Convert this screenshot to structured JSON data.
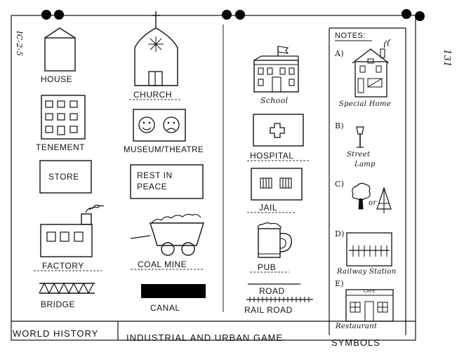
{
  "corner": {
    "top_left_code": "IC-2-5",
    "page_number": "131"
  },
  "symbols": {
    "house": "HOUSE",
    "church": "CHURCH",
    "school": "School",
    "tenement": "TENEMENT",
    "museum_theatre": "MUSEUM/THEATRE",
    "hospital": "HOSPITAL",
    "store": "STORE",
    "rest_in_peace": [
      "REST IN",
      "PEACE"
    ],
    "jail": "JAIL",
    "factory": "FACTORY",
    "coal_mine": "COAL MINE",
    "pub": "PUB",
    "bridge": "BRIDGE",
    "canal": "CANAL",
    "road": "ROAD",
    "railroad": "RAIL ROAD"
  },
  "notes": {
    "heading": "NOTES:",
    "a_marker": "A)",
    "a_label": "Special Home",
    "b_marker": "B)",
    "b_label": [
      "Street",
      "Lamp"
    ],
    "c_marker": "C)",
    "c_or": "or",
    "d_marker": "D)",
    "d_label": "Railway Station",
    "e_marker": "E)",
    "e_sign": "CAFE",
    "e_label": "Restaurant"
  },
  "footer": {
    "left": "WORLD HISTORY",
    "middle": "INDUSTRIAL AND URBAN GAME",
    "right": "SYMBOLS"
  }
}
